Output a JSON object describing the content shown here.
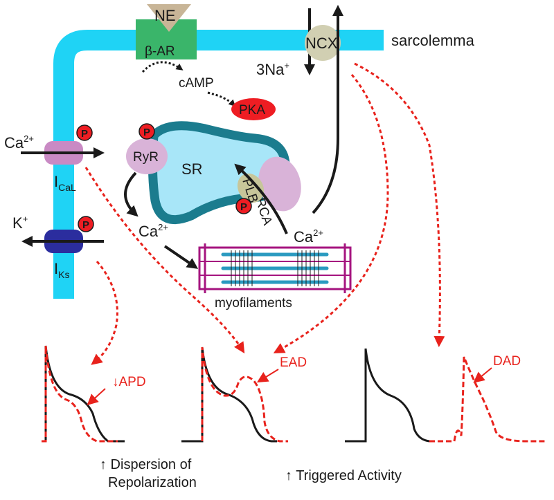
{
  "labels": {
    "ne": "NE",
    "beta_ar": "β-AR",
    "camp": "cAMP",
    "pka": "PKA",
    "ncx": "NCX",
    "na": "3Na",
    "na_sup": "+",
    "sarcolemma": "sarcolemma",
    "sr": "SR",
    "ryr": "RyR",
    "serca": "SERCA",
    "plb": "PLB",
    "ca_ext": "Ca",
    "ca_ext_sup": "2+",
    "ical": "I",
    "ical_sub": "CaL",
    "k": "K",
    "k_sup": "+",
    "iks": "I",
    "iks_sub": "Ks",
    "ca_cyto": "Ca",
    "ca_cyto_sup": "2+",
    "ca_right": "Ca",
    "ca_right_sup": "2+",
    "myofilaments": "myofilaments",
    "p": "P",
    "apd": "↓APD",
    "ead": "EAD",
    "dad": "DAD",
    "caption_dispersion_line1": "↑ Dispersion of",
    "caption_dispersion_line2": "Repolarization",
    "caption_triggered": "↑ Triggered Activity"
  },
  "colors": {
    "membrane": "#1fd3f5",
    "receptor": "#3ab56a",
    "ne_triangle": "#c8b597",
    "ncx": "#d1cfb2",
    "pka": "#ee1d23",
    "sr_fill": "#a8e6f8",
    "sr_border": "#1b7c8e",
    "ryr": "#d9b3d8",
    "serca": "#d9b3d8",
    "plb": "#c7c69a",
    "p_circle": "#ee1d23",
    "ical_channel": "#c98ac4",
    "iks_channel": "#2b2d9e",
    "myofil_frame": "#a5147f",
    "myofil_filament": "#2a9ac0",
    "trace_black": "#1a1a1a",
    "trace_red": "#e8221c"
  }
}
